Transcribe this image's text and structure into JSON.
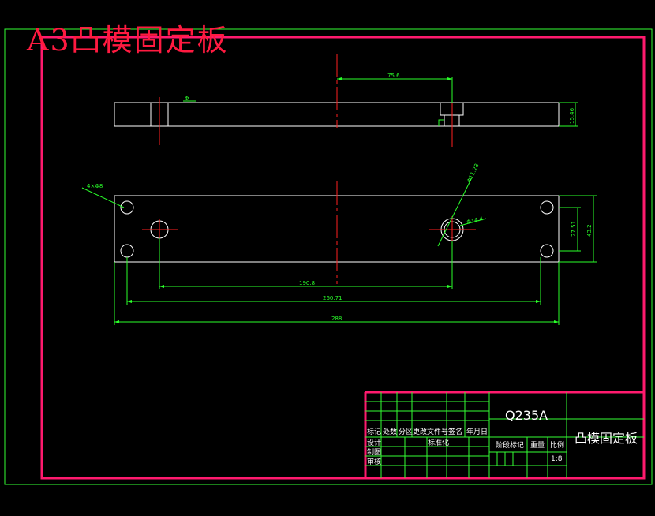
{
  "sheet": {
    "title": "A3凸模固定板"
  },
  "dimensions": {
    "hole_spacing": "75.6",
    "thickness": "15.46",
    "pin_hole_dia": "Φ11.28",
    "hole_dia": "Φ14.4",
    "left_hole_note": "4×Φ8",
    "top_symbol": "Φ",
    "vertical_gap": "27.51",
    "width": "43.2",
    "center_distance": "190.8",
    "mounting_span": "260.71",
    "overall_length": "288"
  },
  "title_block": {
    "material": "Q235A",
    "part_name": "凸模固定板",
    "scale_value": "1:8",
    "headers": [
      "标记",
      "处数",
      "分区",
      "更改文件号",
      "签名",
      "年月日"
    ],
    "rows": [
      "设计",
      "制图",
      "审核"
    ],
    "standardization": "标准化",
    "stage_mark": "阶段标记",
    "weight": "重量",
    "scale": "比例"
  },
  "colors": {
    "frame_magenta": "#ff1a6e",
    "outline_white": "#ffffff",
    "dimension_green": "#2aff2a",
    "centerline_red": "#ff2020",
    "frame_thin_green": "#33ff33"
  }
}
